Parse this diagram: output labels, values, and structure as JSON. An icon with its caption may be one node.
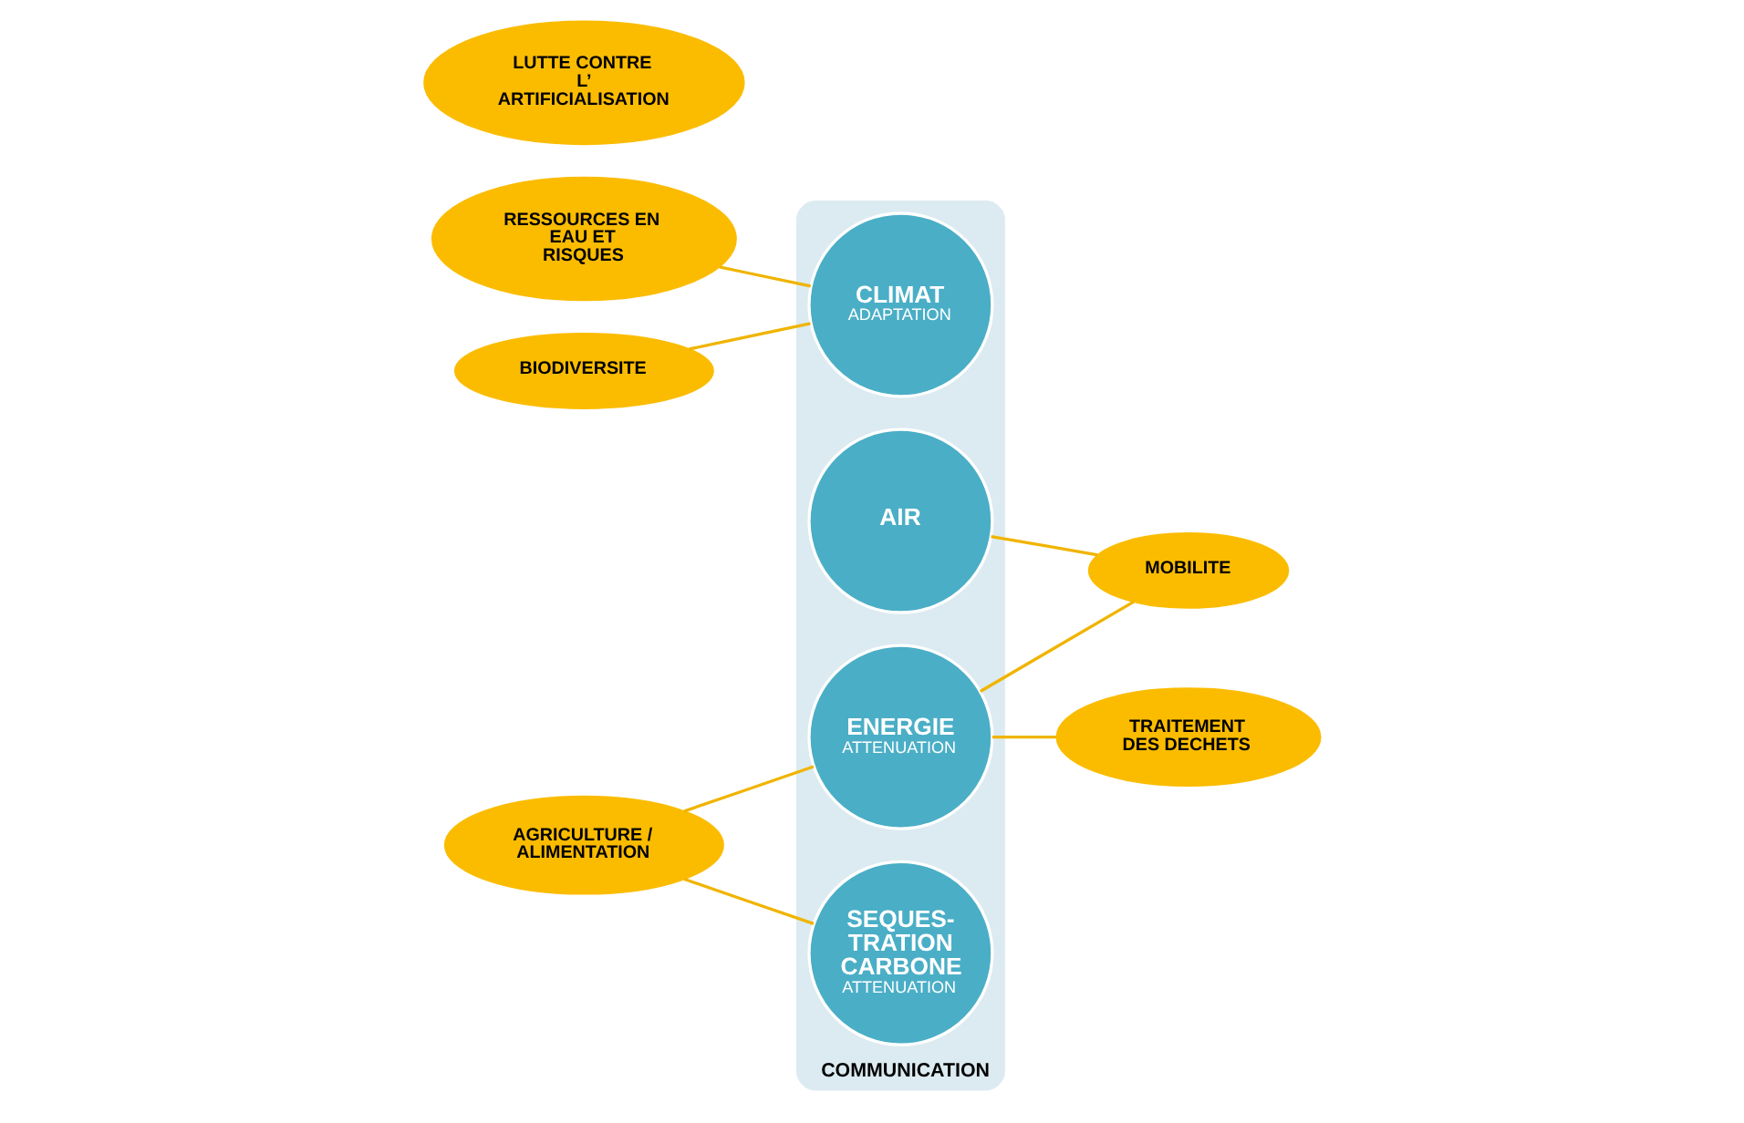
{
  "diagram": {
    "nodes": [
      {
        "text": [
          "COMMUNICATION"
        ]
      },
      {
        "text": [
          "RESSOURCES EN EAU ET RISQUES"
        ]
      },
      {
        "text": [
          "CLIMAT",
          "ADAPTATION"
        ],
        "in": 0
      },
      {
        "text": [
          "AIR"
        ],
        "in": 0
      },
      {
        "text": [
          "MOBILITE"
        ]
      },
      {
        "text": [
          "ENERGIE",
          "ATTENUATION"
        ],
        "in": 0
      },
      {
        "text": [
          "TRAITEMENT DES DECHETS"
        ]
      },
      {
        "text": [
          "BIODIVERSITE"
        ]
      },
      {
        "text": [
          "AGRICULTURE / ALIMENTATION"
        ]
      },
      {
        "text": [
          "SEQUES- TRATION CARBONE",
          "ATTENUATION"
        ],
        "in": 0
      },
      {
        "text": [
          "LUTTE CONTRE L’ ARTIFICIALISATION"
        ]
      }
    ],
    "edges": [
      {
        "from": 1,
        "to": 2,
        "arrow": "none"
      },
      {
        "from": 4,
        "to": 3,
        "arrow": "none"
      },
      {
        "from": 4,
        "to": 5,
        "arrow": "none"
      },
      {
        "from": 6,
        "to": 5,
        "arrow": "none"
      },
      {
        "from": 7,
        "to": 2,
        "arrow": "none"
      },
      {
        "from": 8,
        "to": 5,
        "arrow": "none"
      },
      {
        "from": 8,
        "to": 9,
        "arrow": "none"
      }
    ]
  }
}
